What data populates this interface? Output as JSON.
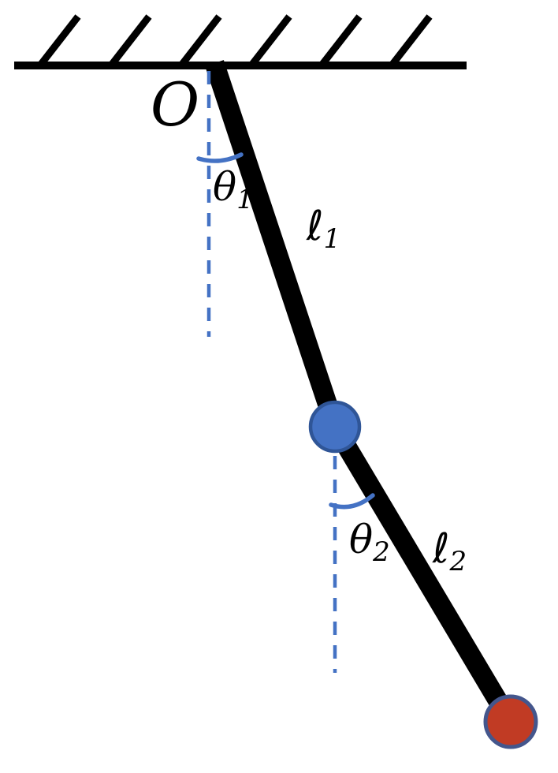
{
  "diagram": {
    "description": "Double pendulum suspended from a hatched ceiling: rod 1 at angle theta-1 from vertical ends in a blue bob, rod 2 at angle theta-2 from vertical ends in a red bob",
    "labels": {
      "pivot": "O",
      "theta1_base": "θ",
      "theta1_sub": "1",
      "rod1_base": "ℓ",
      "rod1_sub": "1",
      "theta2_base": "θ",
      "theta2_sub": "2",
      "rod2_base": "ℓ",
      "rod2_sub": "2"
    },
    "colors": {
      "ink": "#000000",
      "guide_blue": "#4472C4",
      "bob1_fill": "#4472C4",
      "bob1_stroke": "#2F5597",
      "bob2_fill": "#C13B24",
      "bob2_stroke": "#44568C",
      "background": "#FFFFFF"
    }
  }
}
